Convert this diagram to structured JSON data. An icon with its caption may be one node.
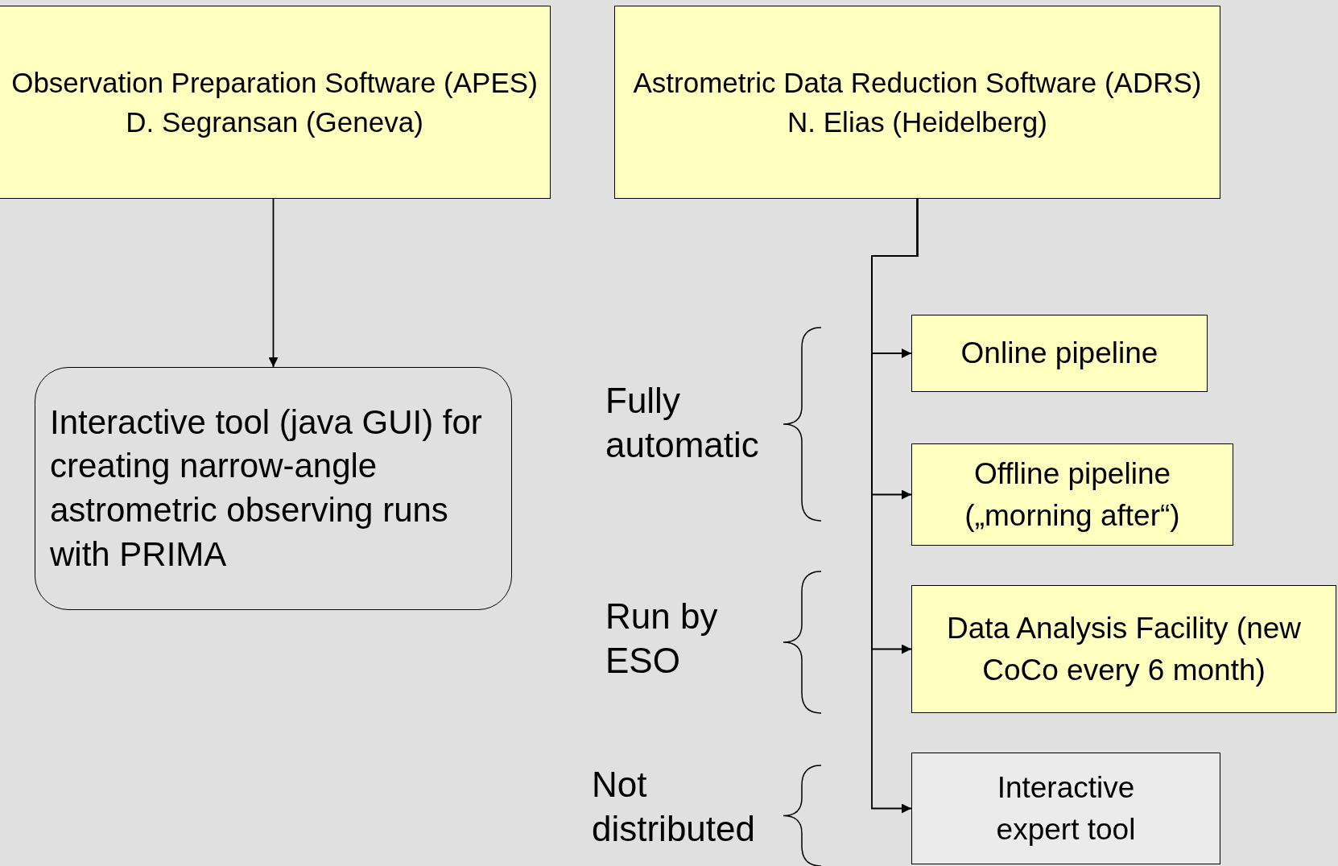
{
  "diagram": {
    "nodes": [
      {
        "text": [
          "Observation Preparation Software (APES)",
          "D. Segransan (Geneva)"
        ]
      },
      {
        "text": [
          "Astrometric Data Reduction Software (ADRS)",
          "N. Elias (Heidelberg)"
        ]
      },
      {
        "text": [
          "Interactive tool (java GUI) for creating narrow-angle astrometric observing runs with PRIMA"
        ]
      },
      {
        "text": [
          "Online pipeline"
        ]
      },
      {
        "text": [
          "Offline pipeline („morning after“)"
        ]
      },
      {
        "text": [
          "Data Analysis Facility (new CoCo every 6 month)"
        ]
      },
      {
        "text": [
          "Interactive expert tool"
        ]
      }
    ],
    "edges": [
      {
        "from": 0,
        "to": 2,
        "arrow": "to"
      },
      {
        "from": 1,
        "to": 3,
        "arrow": "to"
      },
      {
        "from": 1,
        "to": 4,
        "arrow": "to"
      },
      {
        "from": 1,
        "to": 5,
        "arrow": "to"
      },
      {
        "from": 1,
        "to": 6,
        "arrow": "to"
      }
    ],
    "labels": [
      "Fully automatic",
      "Run by ESO",
      "Not distributed"
    ]
  }
}
